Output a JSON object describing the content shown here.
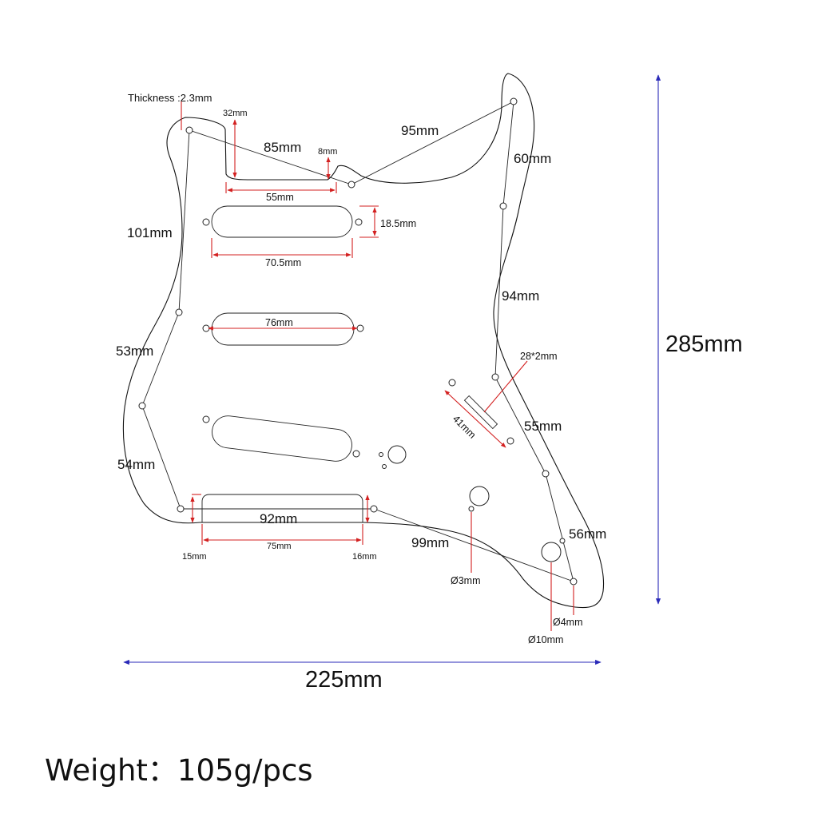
{
  "thickness": "Thickness :2.3mm",
  "weight": "Weight：105g/pcs",
  "colors": {
    "dimension_red": "#d32020",
    "dimension_blue": "#2a2ab8",
    "outline": "#111111"
  },
  "overall": {
    "width": "225mm",
    "height": "285mm"
  },
  "top_slot": {
    "height": "32mm",
    "notch": "8mm",
    "width": "55mm"
  },
  "screw_spans": {
    "s85": "85mm",
    "s95": "95mm",
    "s60": "60mm",
    "s101": "101mm",
    "s94": "94mm",
    "s53": "53mm",
    "s55": "55mm",
    "s54": "54mm",
    "s92": "92mm",
    "s99": "99mm",
    "s56": "56mm"
  },
  "pickups": {
    "neck_height": "18.5mm",
    "neck_length": "70.5mm",
    "middle_length": "76mm"
  },
  "switch_slot": {
    "size": "28*2mm",
    "length": "41mm"
  },
  "bottom_slot": {
    "left_depth": "15mm",
    "width": "75mm",
    "right_depth": "16mm"
  },
  "holes": {
    "small": "Ø3mm",
    "screw": "Ø4mm",
    "large": "Ø10mm"
  }
}
